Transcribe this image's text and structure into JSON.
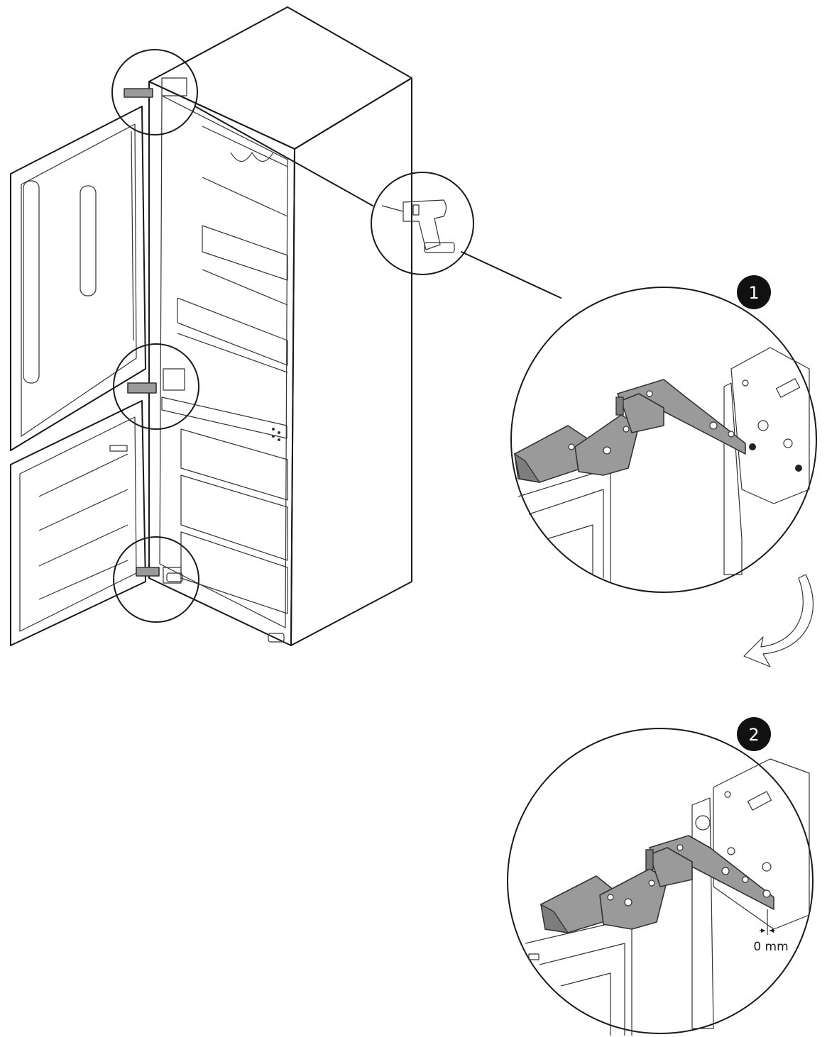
{
  "steps": [
    {
      "number": "1"
    },
    {
      "number": "2"
    }
  ],
  "measurement": {
    "label": "0 mm"
  },
  "icons": {
    "tool": "cordless-screwdriver-icon",
    "arrow": "curved-arrow-icon"
  },
  "colors": {
    "hinge": "#9a9a9a",
    "line": "#1a1a1a",
    "badge": "#111111"
  }
}
